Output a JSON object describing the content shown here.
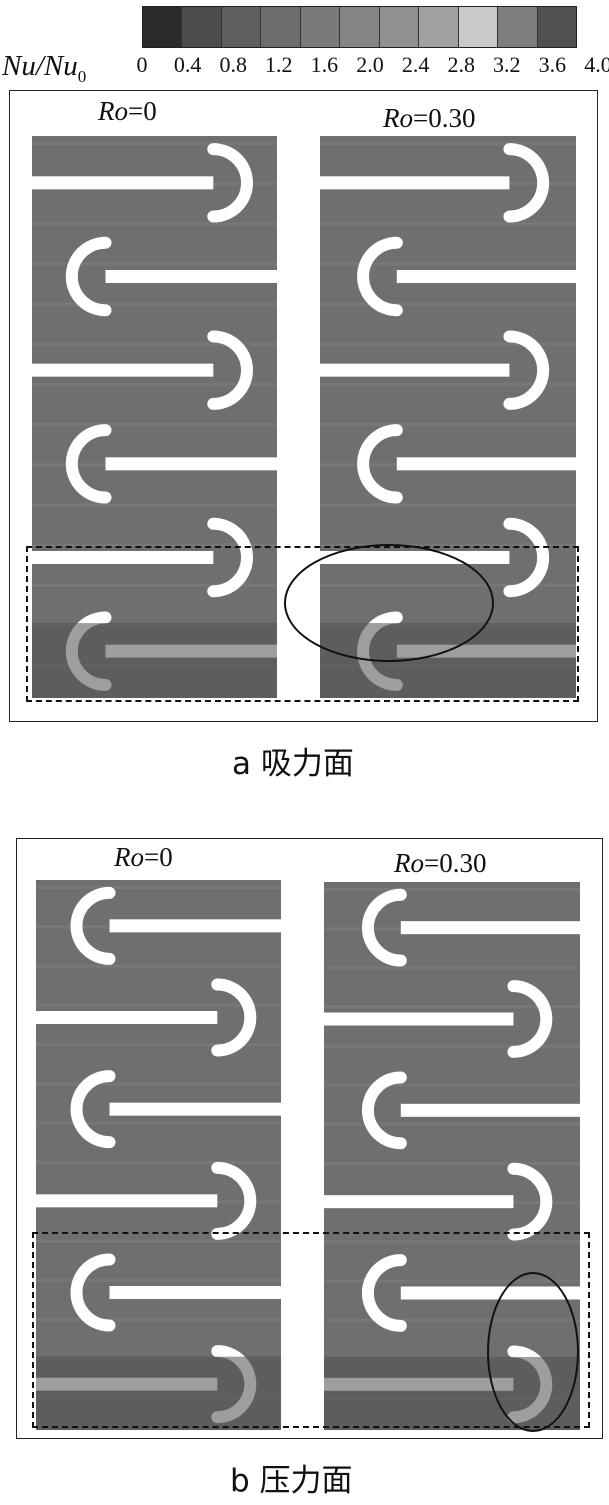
{
  "colorbar": {
    "label_main": "Nu/Nu",
    "label_sub": "0",
    "ticks": [
      "0",
      "0.4",
      "0.8",
      "1.2",
      "1.6",
      "2.0",
      "2.4",
      "2.8",
      "3.2",
      "3.6",
      "4.0"
    ],
    "colors": [
      "#2a2a2a",
      "#4b4b4b",
      "#5e5e5e",
      "#6c6c6c",
      "#7a7a7a",
      "#848484",
      "#919191",
      "#a1a1a1",
      "#c9c9c9",
      "#7d7d7d",
      "#505050"
    ]
  },
  "panel_a": {
    "left_title": {
      "var": "Ro",
      "value": "=0"
    },
    "right_title": {
      "var": "Ro",
      "value": "=0.30"
    },
    "caption": "a 吸力面"
  },
  "panel_b": {
    "left_title": {
      "var": "Ro",
      "value": "=0"
    },
    "right_title": {
      "var": "Ro",
      "value": "=0.30"
    },
    "caption": "b 压力面"
  }
}
